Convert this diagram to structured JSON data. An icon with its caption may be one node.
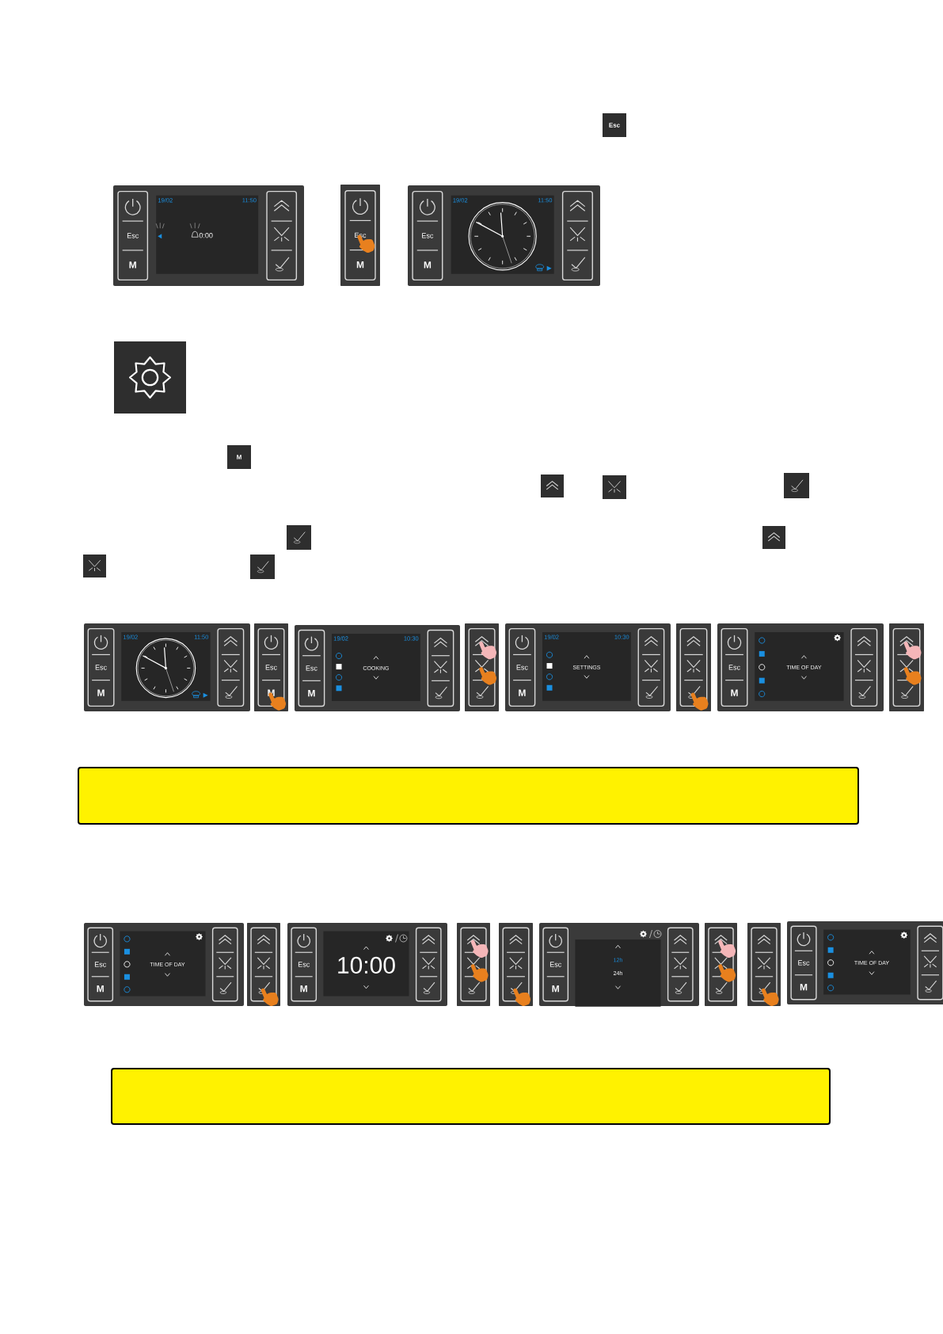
{
  "diagram": {
    "nodes": [
      {
        "text": [],
        "shape": "box"
      },
      {
        "text": [],
        "shape": "box"
      }
    ],
    "edges": [],
    "labels": [
      "Esc",
      "19/02",
      "11:50",
      "Esc",
      "0:00",
      "M",
      "Esc",
      "M",
      "19/02",
      "11:50",
      "Esc",
      "M",
      "M",
      "19/02",
      "11:50",
      "Esc",
      "M",
      "Esc",
      "M",
      "19/02",
      "10:30",
      "Esc",
      "COOKING",
      "M",
      "19/02",
      "10:30",
      "Esc",
      "SETTINGS",
      "M",
      "Esc",
      "TIME OF DAY",
      "M",
      "Esc",
      "TIME OF DAY",
      "M",
      "Esc",
      "10:00",
      "M",
      "Esc",
      "12h",
      "24h",
      "M",
      "Esc",
      "TIME OF DAY",
      "M"
    ]
  }
}
